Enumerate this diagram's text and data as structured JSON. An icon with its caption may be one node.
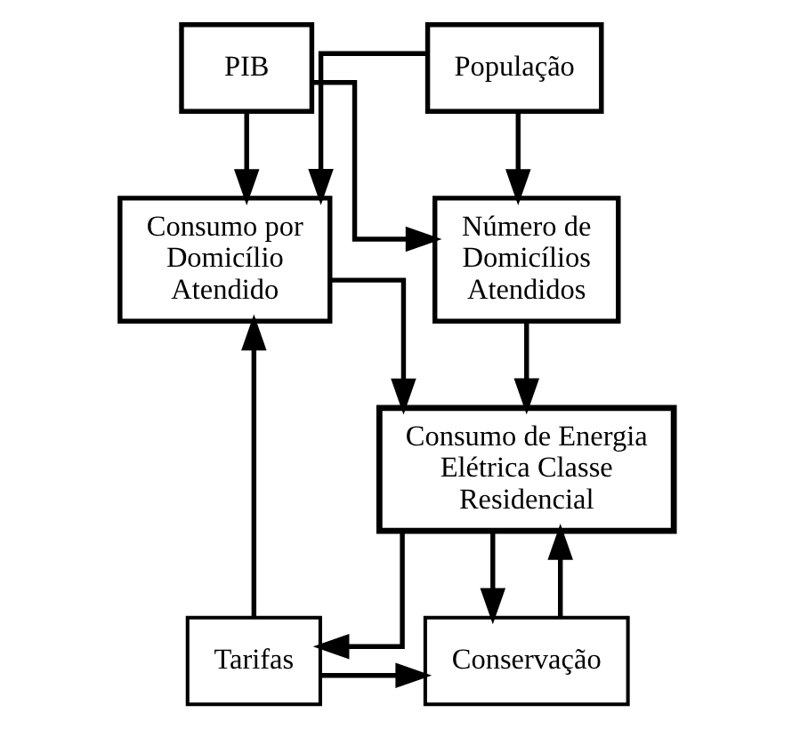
{
  "diagram": {
    "nodes": [
      {
        "text": [
          "PIB"
        ]
      },
      {
        "text": [
          "População"
        ]
      },
      {
        "text": [
          "Número de Domicílios Atendidos"
        ]
      },
      {
        "text": [
          "Consumo por Domicílio Atendido"
        ]
      },
      {
        "text": [
          "Consumo de Energia Elétrica Classe Residencial"
        ]
      },
      {
        "text": [
          "Conservação"
        ]
      },
      {
        "text": [
          "Tarifas"
        ]
      }
    ],
    "edges": [
      {
        "from": 0,
        "to": 2,
        "arrow": "to"
      },
      {
        "from": 0,
        "to": 3,
        "arrow": "to"
      },
      {
        "from": 1,
        "to": 2,
        "arrow": "to"
      },
      {
        "from": 1,
        "to": 3,
        "arrow": "to"
      },
      {
        "from": 2,
        "to": 4,
        "arrow": "to"
      },
      {
        "from": 3,
        "to": 4,
        "arrow": "to"
      },
      {
        "from": 4,
        "to": 5,
        "arrow": "to"
      },
      {
        "from": 5,
        "to": 4,
        "arrow": "to"
      },
      {
        "from": 4,
        "to": 6,
        "arrow": "to"
      },
      {
        "from": 6,
        "to": 3,
        "arrow": "to"
      },
      {
        "from": 6,
        "to": 5,
        "arrow": "to"
      }
    ]
  }
}
